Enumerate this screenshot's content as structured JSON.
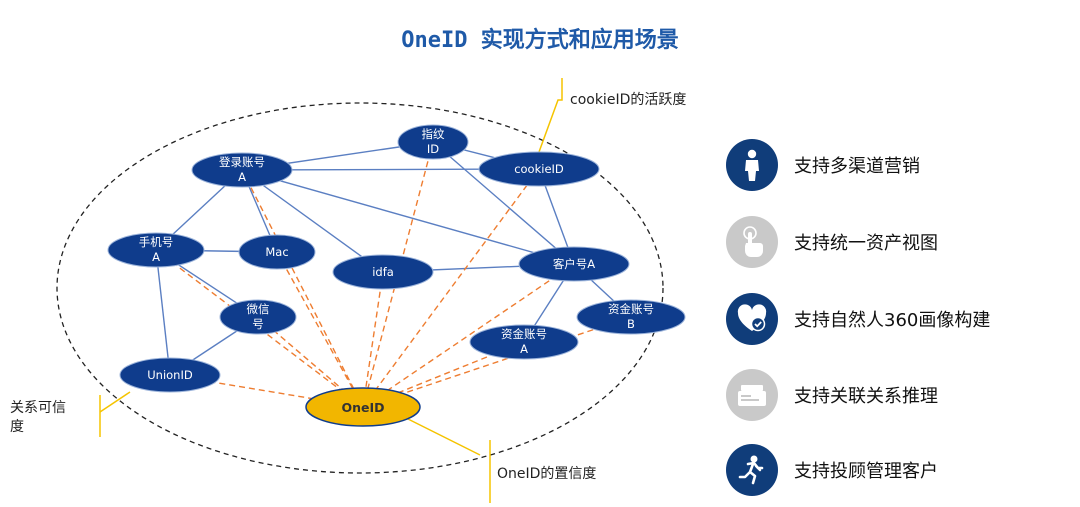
{
  "title": "OneID 实现方式和应用场景",
  "nodes": {
    "login_a": [
      "登录账号",
      "A"
    ],
    "fingerprint": [
      "指纹",
      "ID"
    ],
    "cookieid": [
      "cookieID"
    ],
    "phone_a": [
      "手机号",
      "A"
    ],
    "mac": [
      "Mac"
    ],
    "idfa": [
      "idfa"
    ],
    "customer_a": [
      "客户号A"
    ],
    "wechat": [
      "微信",
      "号"
    ],
    "fund_a": [
      "资金账号",
      "A"
    ],
    "fund_b": [
      "资金账号",
      "B"
    ],
    "unionid": [
      "UnionID"
    ],
    "oneid": [
      "OneID"
    ]
  },
  "callouts": {
    "cookie_activity": "cookieID的活跃度",
    "relation_trust_1": "关系可信",
    "relation_trust_2": "度",
    "oneid_confidence": "OneID的置信度"
  },
  "features": [
    {
      "icon": "person-icon",
      "style": "dark",
      "label": "支持多渠道营销"
    },
    {
      "icon": "touch-hand-icon",
      "style": "light",
      "label": "支持统一资产视图"
    },
    {
      "icon": "heart-check-icon",
      "style": "dark",
      "label": "支持自然人360画像构建"
    },
    {
      "icon": "card-icon",
      "style": "light",
      "label": "支持关联关系推理"
    },
    {
      "icon": "runner-icon",
      "style": "dark",
      "label": "支持投顾管理客户"
    }
  ],
  "colors": {
    "title": "#1f5aa8",
    "node_fill": "#0f3c8c",
    "oneid_fill": "#f2b600",
    "link_line": "#5b7fc2",
    "dashed_link": "#ee7d31",
    "callout_line": "#f5c400"
  }
}
